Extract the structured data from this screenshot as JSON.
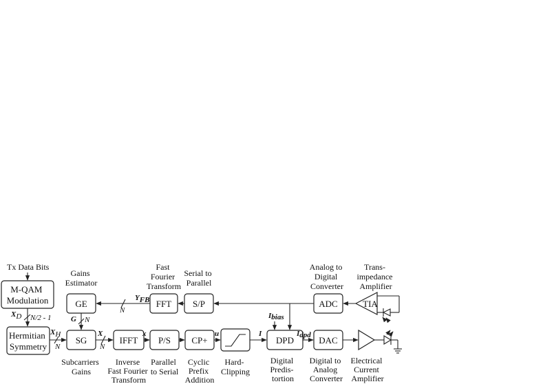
{
  "blocks": {
    "mqam": [
      "M-QAM",
      "Modulation"
    ],
    "herm": [
      "Hermitian",
      "Symmetry"
    ],
    "ge": "GE",
    "sg": "SG",
    "ifft": "IFFT",
    "ps": "P/S",
    "cp": "CP+",
    "dpd": "DPD",
    "dac": "DAC",
    "adc": "ADC",
    "tia": "TIA",
    "fft": "FFT",
    "sp": "S/P"
  },
  "labels": {
    "tx_bits": "Tx Data Bits",
    "gains_est": [
      "Gains",
      "Estimator"
    ],
    "fft_top": [
      "Fast",
      "Fourier",
      "Transform"
    ],
    "sp_top": [
      "Serial to",
      "Parallel"
    ],
    "adc_top": [
      "Analog to",
      "Digital",
      "Converter"
    ],
    "tia_top": [
      "Trans-",
      "impedance",
      "Amplifier"
    ],
    "sg_bottom": [
      "Subcarriers",
      "Gains"
    ],
    "ifft_bottom": [
      "Inverse",
      "Fast Fourier",
      "Transform"
    ],
    "ps_bottom": [
      "Parallel",
      "to Serial"
    ],
    "cp_bottom": [
      "Cyclic",
      "Prefix",
      "Addition"
    ],
    "clip_bottom": [
      "Hard-",
      "Clipping"
    ],
    "dpd_bottom": [
      "Digital",
      "Predis-",
      "tortion"
    ],
    "dac_bottom": [
      "Digital to",
      "Analog",
      "Converter"
    ],
    "amp_bottom": [
      "Electrical",
      "Current",
      "Amplifier"
    ]
  },
  "signals": {
    "xd": "X",
    "xd_sub": "D",
    "n_half": "N/2 - 1",
    "xh": "X",
    "xh_sub": "H",
    "g": "G",
    "n": "N",
    "x_big": "X",
    "x_small": "x",
    "u": "u",
    "i": "I",
    "ibias": "I",
    "ibias_sub": "bias",
    "idpd": "I",
    "idpd_sub": "dpd",
    "yfb": "Y",
    "yfb_sub": "FB"
  }
}
